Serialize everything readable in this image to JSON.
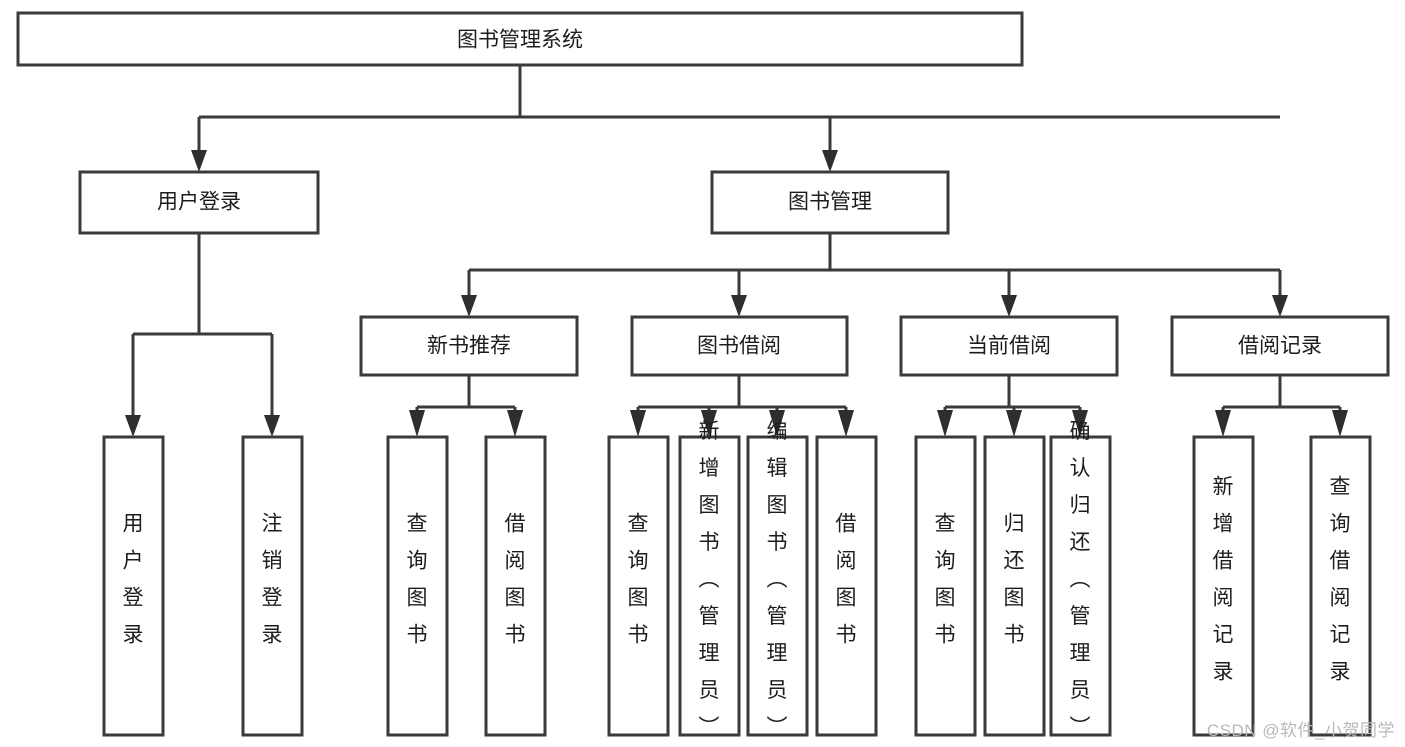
{
  "diagram": {
    "type": "tree",
    "title": "图书管理系统",
    "watermark": "CSDN @软件_小贺同学",
    "colors": {
      "box_stroke": "#3a3a3a",
      "box_fill": "#ffffff",
      "connector": "#3a3a3a",
      "text": "#1d1d1d",
      "watermark": "#b9b9b9"
    },
    "nodes": {
      "root": "图书管理系统",
      "level2": [
        "用户登录",
        "图书管理"
      ],
      "level3": [
        "新书推荐",
        "图书借阅",
        "当前借阅",
        "借阅记录"
      ],
      "leaves": {
        "user_login": [
          "用户登录",
          "注销登录"
        ],
        "new_book": [
          "查询图书",
          "借阅图书"
        ],
        "book_borrow": [
          "查询图书",
          "新增图书（管理员）",
          "编辑图书（管理员）",
          "借阅图书"
        ],
        "current_borrow": [
          "查询图书",
          "归还图书",
          "确认归还（管理员）"
        ],
        "borrow_record": [
          "新增借阅记录",
          "查询借阅记录"
        ]
      }
    }
  }
}
